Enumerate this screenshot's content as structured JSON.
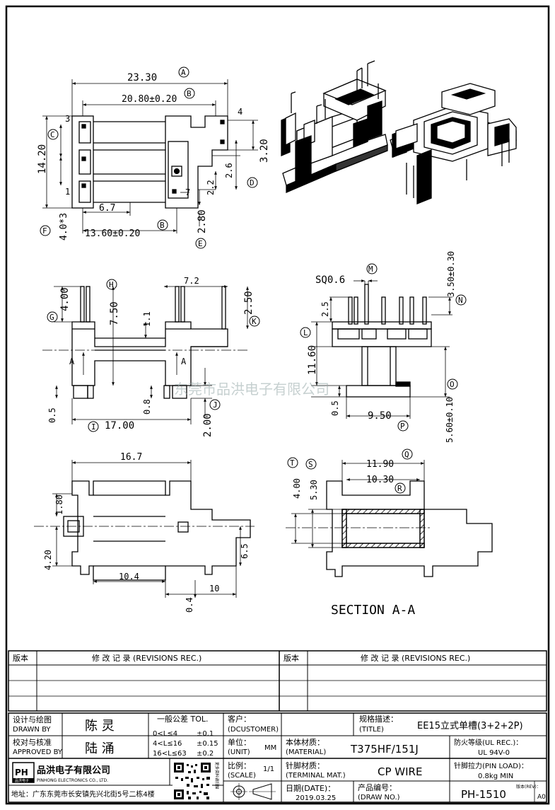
{
  "watermark": "东莞市品洪电子有限公司",
  "section_title": "SECTION  A-A",
  "top_view": {
    "dims": [
      "23.30",
      "20.80±0.20",
      "14.20",
      "3.20",
      "2.6",
      "2.2",
      "2.80",
      "6.7",
      "4.0*3",
      "13.60±0.20"
    ],
    "pins": [
      "3",
      "4",
      "1",
      "7"
    ],
    "refs": [
      "A",
      "B",
      "C",
      "D",
      "E",
      "F",
      "B"
    ]
  },
  "front_view": {
    "dims": [
      "4.00",
      "7.50",
      "7.2",
      "2.50",
      "1.1",
      "0.5",
      "17.00",
      "0.8",
      "2.00"
    ],
    "refs": [
      "G",
      "H",
      "K",
      "I",
      "J"
    ],
    "section_marks": [
      "A",
      "A"
    ]
  },
  "side_view": {
    "dims": [
      "SQ0.6",
      "3.50±0.30",
      "2.5",
      "11.60",
      "0.5",
      "9.50",
      "5.60±0.10"
    ],
    "refs": [
      "M",
      "N",
      "L",
      "O",
      "P"
    ]
  },
  "bottom_view": {
    "dims": [
      "16.7",
      "1.80",
      "4.20",
      "10.4",
      "6.5",
      "10",
      "0.4"
    ]
  },
  "section_view": {
    "dims": [
      "11.90",
      "10.30",
      "4.00",
      "5.30"
    ],
    "refs": [
      "Q",
      "R",
      "T",
      "S"
    ]
  },
  "revisions": {
    "col_version": "版本",
    "col_rec": "修 改 记 录 (REVISIONS REC.)"
  },
  "title_block": {
    "design_label": "设计与绘图",
    "design_label_en": "DRAWN BY",
    "designer": "陈 灵",
    "check_label": "校对与核准",
    "check_label_en": "APPROVED BY",
    "checker": "陆 涌",
    "tol_title": "一般公差 TOL.",
    "tol_rows": [
      {
        "range": "0<L≤4",
        "val": "±0.1"
      },
      {
        "range": "4<L≤16",
        "val": "±0.15"
      },
      {
        "range": "16<L≤63",
        "val": "±0.2"
      }
    ],
    "customer_label": "客户：",
    "customer_label_en": "(DCUSTOMER)",
    "unit_label": "单位：",
    "unit_label_en": "(UNIT)",
    "unit_value": "MM",
    "scale_label": "比例：",
    "scale_label_en": "(SCALE)",
    "scale_value": "1/1",
    "spec_label": "规格描述：",
    "spec_label_en": "(TITLE)",
    "spec_value": "EE15立式单槽(3+2+2P)",
    "material_label": "本体材质：",
    "material_label_en": "(MATERIAL)",
    "material_value": "T375HF/151J",
    "fire_label": "防火等级(UL REC.)：",
    "fire_value": "UL 94V-0",
    "terminal_label": "针脚材质：",
    "terminal_label_en": "(TERMINAL MAT.)",
    "terminal_value": "CP WIRE",
    "pinload_label": "针脚拉力(PIN LOAD)：",
    "pinload_value": "0.8kg MIN",
    "date_label": "日期(DATE)：",
    "date_value": "2019.03.25",
    "drawno_label": "产品编号：",
    "drawno_label_en": "(DRAW NO.)",
    "drawno_value": "PH-1510",
    "rev_label": "版本(REV)：",
    "rev_value": "A0",
    "company_cn": "品洪电子有限公司",
    "company_en": "PINHONG ELECTRONICS CO., LTD.",
    "logo_text": "PH",
    "logo_sub": "品洪电子",
    "address": "地址：广东东莞市长安镇先兴北街5号二栋4楼",
    "qr_side_text": "更多资料请扫描"
  }
}
